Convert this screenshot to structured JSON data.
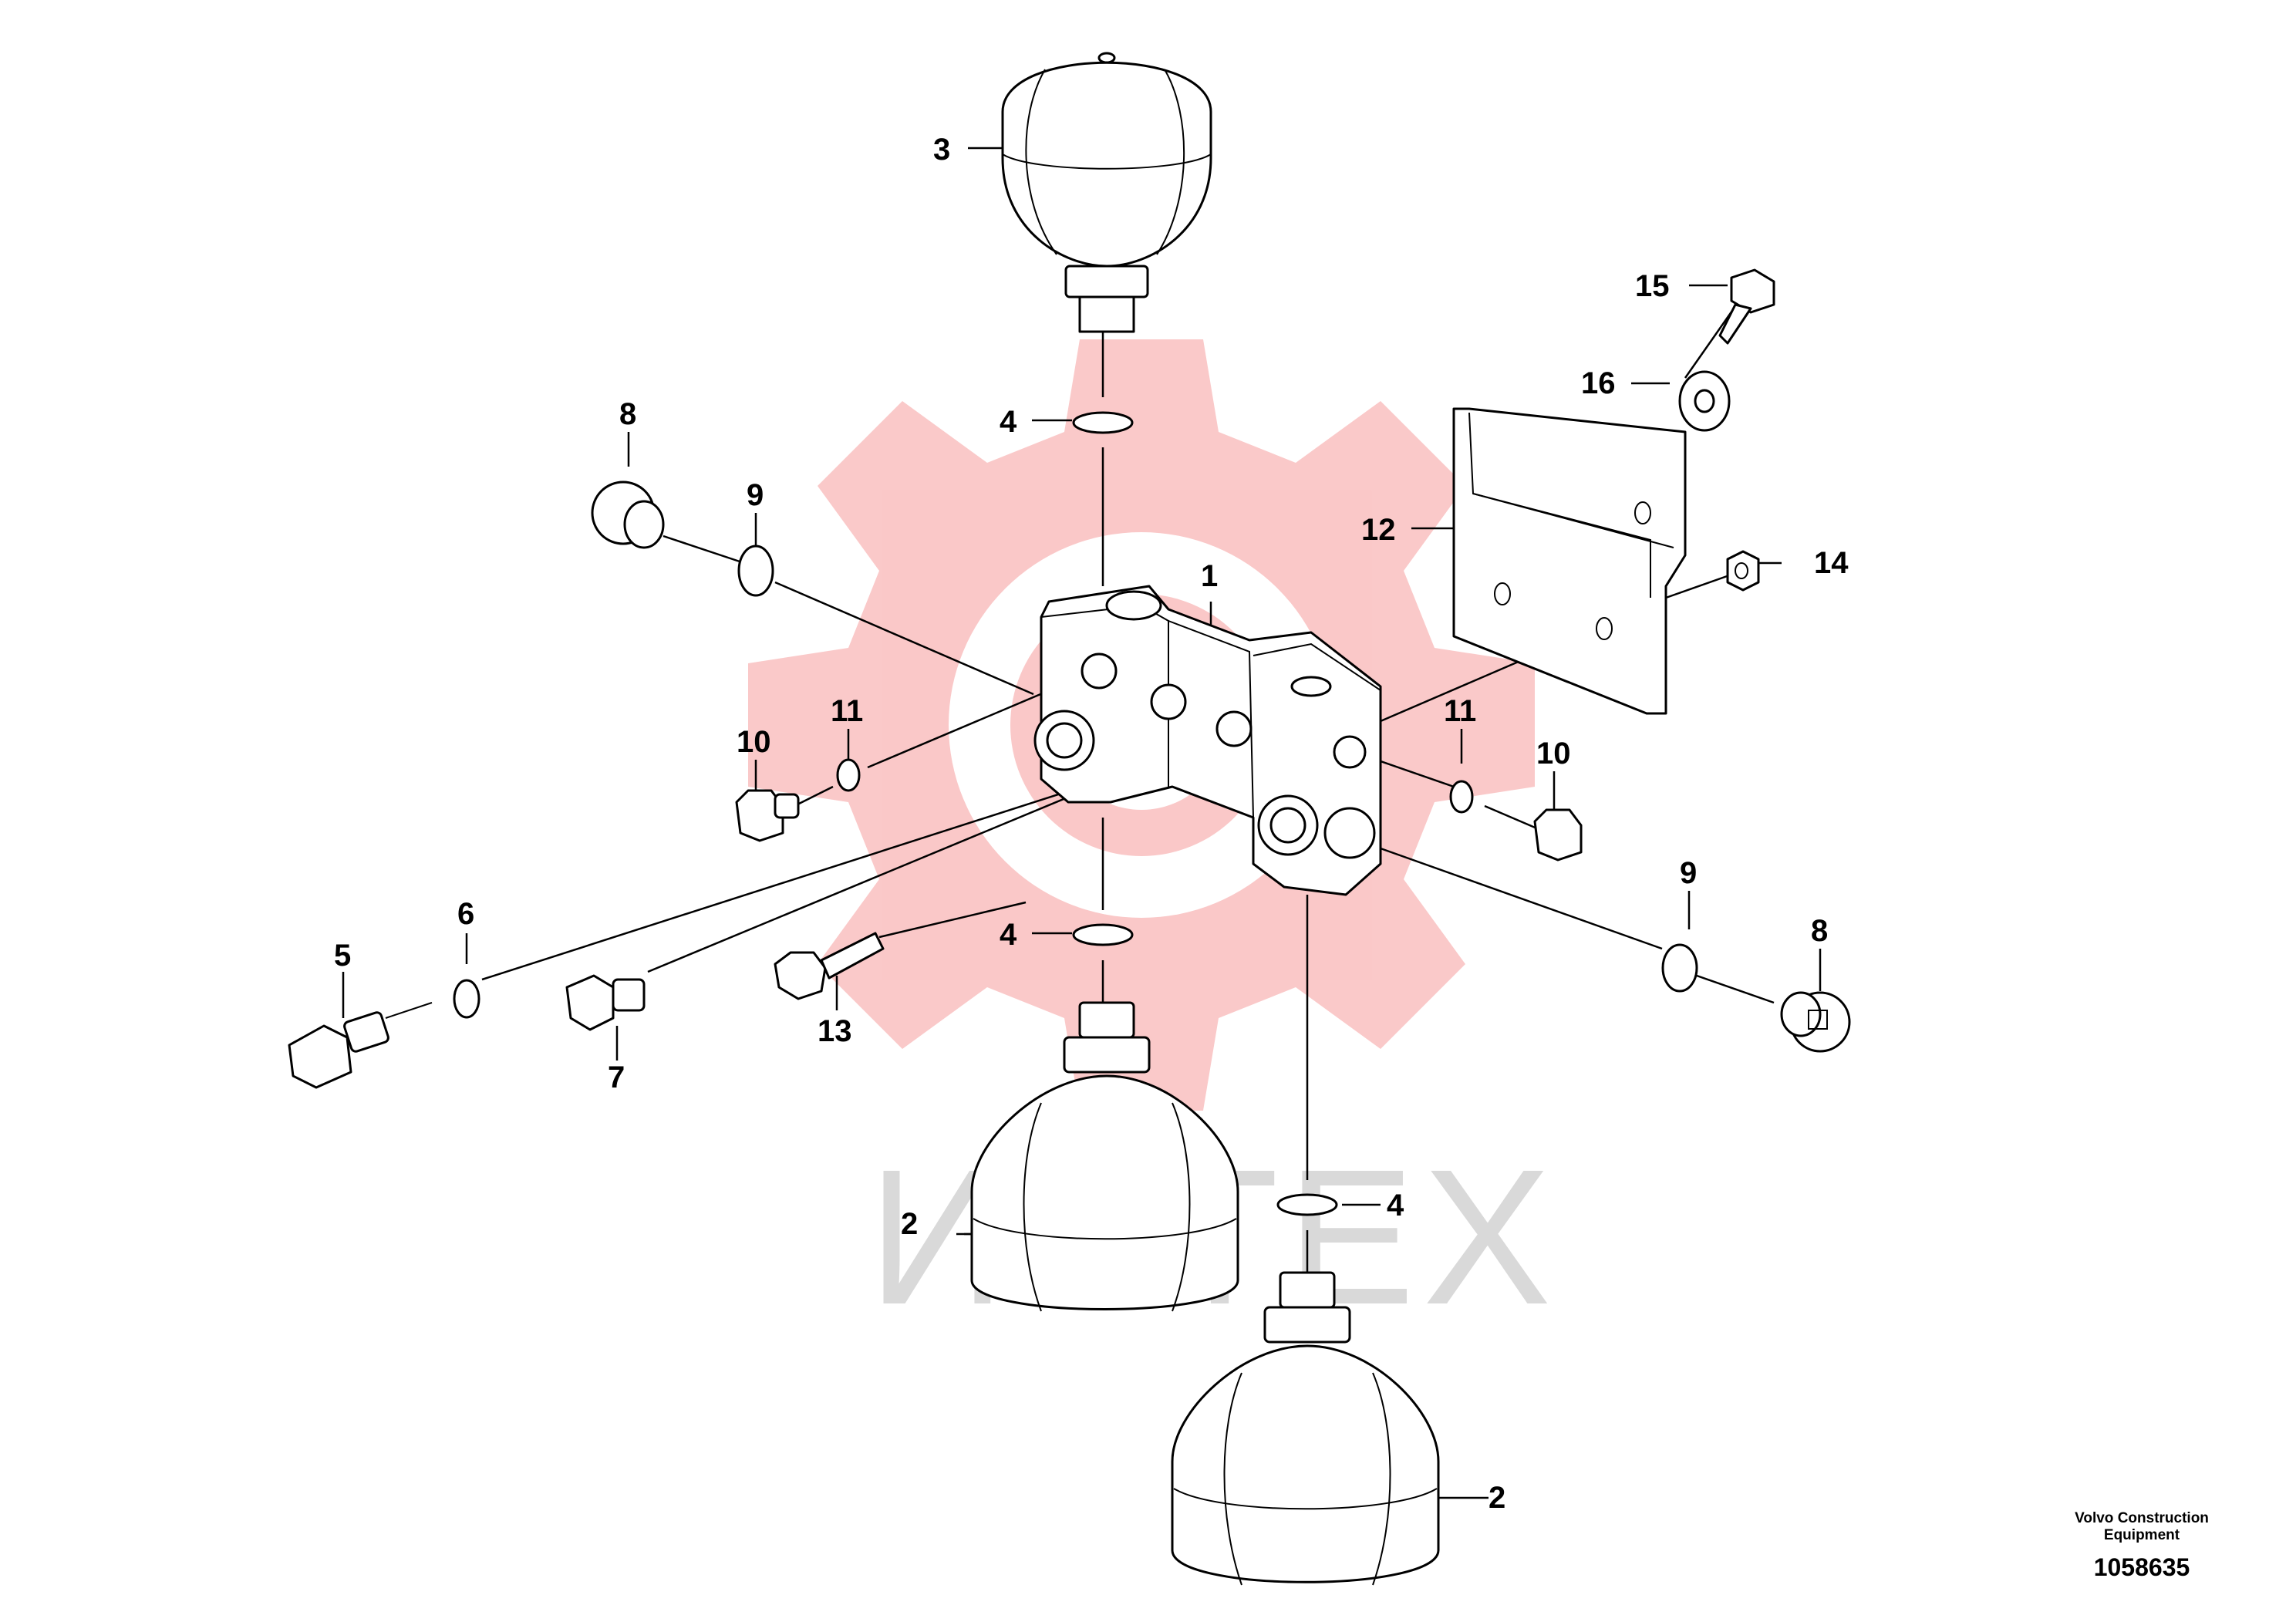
{
  "diagram": {
    "callouts": [
      "1",
      "2",
      "2",
      "3",
      "4",
      "4",
      "4",
      "5",
      "6",
      "7",
      "8",
      "8",
      "9",
      "9",
      "10",
      "10",
      "11",
      "11",
      "12",
      "13",
      "14",
      "15",
      "16"
    ],
    "watermark_text": "ИНТЕХ",
    "watermark_color": "#f4b5b5",
    "credit_brand": "Volvo Construction Equipment",
    "credit_number": "1058635"
  }
}
